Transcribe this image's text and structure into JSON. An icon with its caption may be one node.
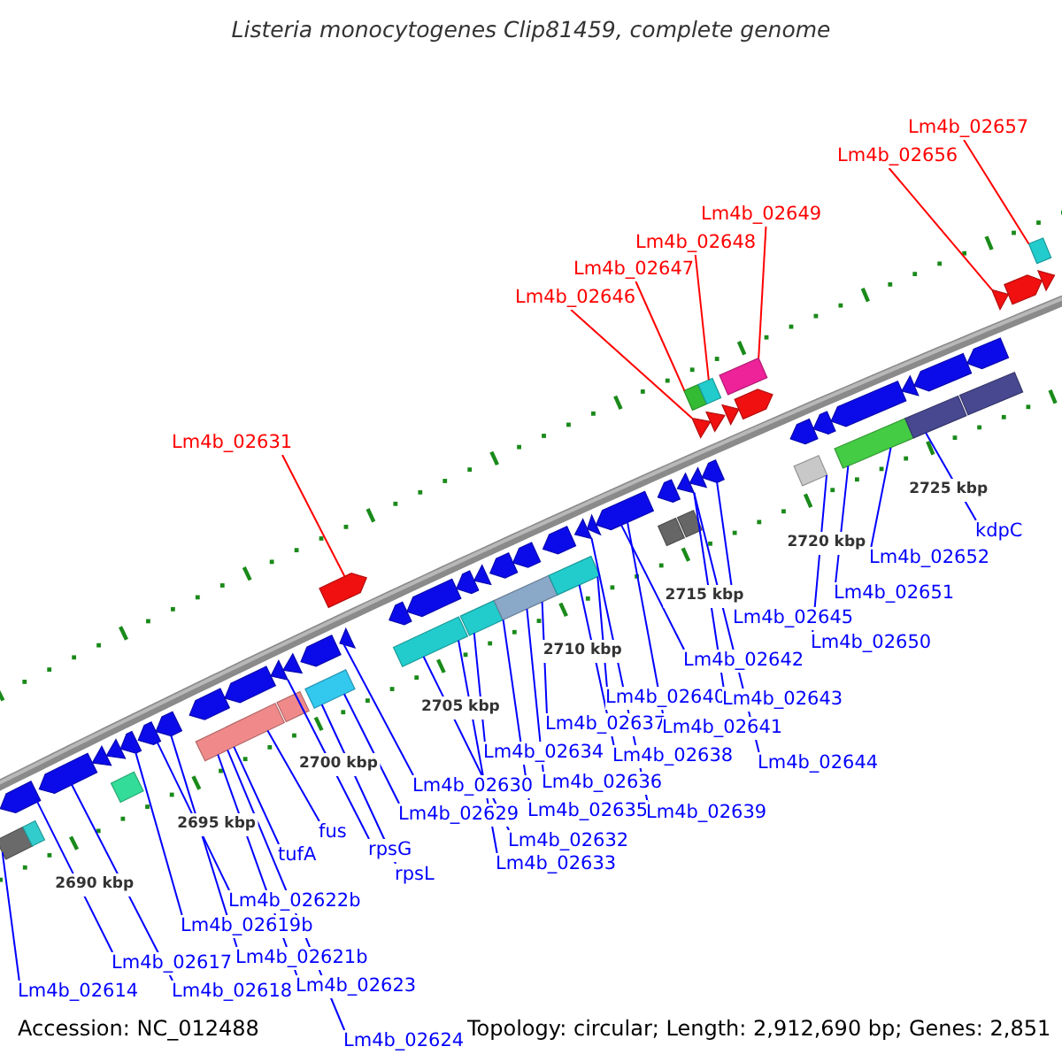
{
  "diagram": {
    "title": "Listeria monocytogenes Clip81459, complete genome",
    "nodes": [
      {
        "text": [
          "Lm4b_02657"
        ]
      },
      {
        "text": [
          "Lm4b_02656"
        ]
      },
      {
        "text": [
          "Lm4b_02649"
        ]
      },
      {
        "text": [
          "Lm4b_02648"
        ]
      },
      {
        "text": [
          "Lm4b_02647"
        ]
      },
      {
        "text": [
          "Lm4b_02646"
        ]
      },
      {
        "text": [
          "Lm4b_02631"
        ]
      },
      {
        "text": [
          "Lm4b_02614"
        ]
      },
      {
        "text": [
          "Lm4b_02617"
        ]
      },
      {
        "text": [
          "Lm4b_02618"
        ]
      },
      {
        "text": [
          "Lm4b_02619b"
        ]
      },
      {
        "text": [
          "Lm4b_02621b"
        ]
      },
      {
        "text": [
          "Lm4b_02622b"
        ]
      },
      {
        "text": [
          "Lm4b_02623"
        ]
      },
      {
        "text": [
          "Lm4b_02624"
        ]
      },
      {
        "text": [
          "tufA"
        ]
      },
      {
        "text": [
          "fus"
        ]
      },
      {
        "text": [
          "rpsG"
        ]
      },
      {
        "text": [
          "rpsL"
        ]
      },
      {
        "text": [
          "Lm4b_02629"
        ]
      },
      {
        "text": [
          "Lm4b_02630"
        ]
      },
      {
        "text": [
          "Lm4b_02632"
        ]
      },
      {
        "text": [
          "Lm4b_02633"
        ]
      },
      {
        "text": [
          "Lm4b_02634"
        ]
      },
      {
        "text": [
          "Lm4b_02635"
        ]
      },
      {
        "text": [
          "Lm4b_02636"
        ]
      },
      {
        "text": [
          "Lm4b_02637"
        ]
      },
      {
        "text": [
          "Lm4b_02638"
        ]
      },
      {
        "text": [
          "Lm4b_02639"
        ]
      },
      {
        "text": [
          "Lm4b_02640"
        ]
      },
      {
        "text": [
          "Lm4b_02641"
        ]
      },
      {
        "text": [
          "Lm4b_02642"
        ]
      },
      {
        "text": [
          "Lm4b_02643"
        ]
      },
      {
        "text": [
          "Lm4b_02644"
        ]
      },
      {
        "text": [
          "Lm4b_02645"
        ]
      },
      {
        "text": [
          "Lm4b_02650"
        ]
      },
      {
        "text": [
          "Lm4b_02651"
        ]
      },
      {
        "text": [
          "Lm4b_02652"
        ]
      },
      {
        "text": [
          "kdpC"
        ]
      },
      {
        "text": [],
        "shape": "arrow"
      },
      {
        "text": [],
        "shape": "arrow"
      },
      {
        "text": [],
        "shape": "arrow"
      },
      {
        "text": [],
        "shape": "arrow"
      },
      {
        "text": [],
        "shape": "arrow"
      },
      {
        "text": [],
        "shape": "arrow"
      },
      {
        "text": [],
        "shape": "arrow"
      },
      {
        "text": [],
        "shape": "arrow"
      },
      {
        "text": [],
        "shape": "arrow"
      },
      {
        "text": [],
        "shape": "arrow"
      },
      {
        "text": [],
        "shape": "arrow"
      },
      {
        "text": [],
        "shape": "arrow"
      },
      {
        "text": [],
        "shape": "arrow"
      },
      {
        "text": [],
        "shape": "arrow"
      },
      {
        "text": [],
        "shape": "arrow"
      },
      {
        "text": [],
        "shape": "arrow"
      },
      {
        "text": [],
        "shape": "arrow"
      },
      {
        "text": [],
        "shape": "arrow"
      },
      {
        "text": [],
        "shape": "arrow"
      },
      {
        "text": [],
        "shape": "arrow"
      },
      {
        "text": [],
        "shape": "arrow"
      },
      {
        "text": [],
        "shape": "arrow"
      },
      {
        "text": [],
        "shape": "arrow"
      },
      {
        "text": [],
        "shape": "arrow"
      },
      {
        "text": [],
        "shape": "arrow"
      },
      {
        "text": [],
        "shape": "arrow"
      },
      {
        "text": [],
        "shape": "arrow"
      },
      {
        "text": [],
        "shape": "arrow"
      },
      {
        "text": [],
        "shape": "arrow"
      },
      {
        "text": [],
        "shape": "arrow"
      },
      {
        "text": [],
        "shape": "arrow"
      },
      {
        "text": [],
        "shape": "arrow"
      },
      {
        "text": [],
        "shape": "arrow"
      },
      {
        "text": [],
        "shape": "box"
      },
      {
        "text": [],
        "shape": "box"
      },
      {
        "text": [],
        "shape": "box"
      },
      {
        "text": [],
        "shape": "box"
      },
      {
        "text": [],
        "shape": "box"
      },
      {
        "text": [],
        "shape": "box"
      },
      {
        "text": [],
        "shape": "box"
      },
      {
        "text": [],
        "shape": "box"
      },
      {
        "text": [],
        "shape": "box"
      },
      {
        "text": [],
        "shape": "box"
      },
      {
        "text": [],
        "shape": "box"
      },
      {
        "text": [],
        "shape": "box"
      },
      {
        "text": [],
        "shape": "box"
      },
      {
        "text": [],
        "shape": "box"
      },
      {
        "text": [],
        "shape": "box"
      },
      {
        "text": [],
        "shape": "box"
      },
      {
        "text": [],
        "shape": "arrow"
      },
      {
        "text": [],
        "shape": "arrow"
      },
      {
        "text": [],
        "shape": "arrow"
      },
      {
        "text": [],
        "shape": "arrow"
      },
      {
        "text": [],
        "shape": "arrow"
      },
      {
        "text": [],
        "shape": "arrow"
      },
      {
        "text": [],
        "shape": "arrow"
      },
      {
        "text": [],
        "shape": "arrow"
      },
      {
        "text": [],
        "shape": "box"
      },
      {
        "text": [],
        "shape": "box"
      },
      {
        "text": [],
        "shape": "box"
      },
      {
        "text": [],
        "shape": "box"
      }
    ],
    "edges": [
      {
        "from": 0,
        "to": 99,
        "arrow": "none",
        "color": "#ff0000"
      },
      {
        "from": 1,
        "to": 93,
        "arrow": "none",
        "color": "#ff0000"
      },
      {
        "from": 2,
        "to": 98,
        "arrow": "none",
        "color": "#ff0000"
      },
      {
        "from": 3,
        "to": 97,
        "arrow": "none",
        "color": "#ff0000"
      },
      {
        "from": 4,
        "to": 96,
        "arrow": "none",
        "color": "#ff0000"
      },
      {
        "from": 5,
        "to": 89,
        "arrow": "none",
        "color": "#ff0000"
      },
      {
        "from": 6,
        "to": 88,
        "arrow": "none",
        "color": "#ff0000"
      },
      {
        "from": 7,
        "to": 72,
        "arrow": "none"
      },
      {
        "from": 8,
        "to": 39,
        "arrow": "none"
      },
      {
        "from": 9,
        "to": 40,
        "arrow": "none"
      },
      {
        "from": 10,
        "to": 43,
        "arrow": "none"
      },
      {
        "from": 11,
        "to": 45,
        "arrow": "none"
      },
      {
        "from": 12,
        "to": 44,
        "arrow": "none"
      },
      {
        "from": 13,
        "to": 75,
        "arrow": "none"
      },
      {
        "from": 14,
        "to": 75,
        "arrow": "none"
      },
      {
        "from": 15,
        "to": 75,
        "arrow": "none"
      },
      {
        "from": 16,
        "to": 75,
        "arrow": "none"
      },
      {
        "from": 17,
        "to": 48,
        "arrow": "none"
      },
      {
        "from": 18,
        "to": 77,
        "arrow": "none"
      },
      {
        "from": 19,
        "to": 77,
        "arrow": "none"
      },
      {
        "from": 20,
        "to": 51,
        "arrow": "none"
      },
      {
        "from": 21,
        "to": 78,
        "arrow": "none"
      },
      {
        "from": 22,
        "to": 78,
        "arrow": "none"
      },
      {
        "from": 23,
        "to": 79,
        "arrow": "none"
      },
      {
        "from": 24,
        "to": 80,
        "arrow": "none"
      },
      {
        "from": 25,
        "to": 80,
        "arrow": "none"
      },
      {
        "from": 26,
        "to": 80,
        "arrow": "none"
      },
      {
        "from": 27,
        "to": 81,
        "arrow": "none"
      },
      {
        "from": 28,
        "to": 59,
        "arrow": "none"
      },
      {
        "from": 29,
        "to": 81,
        "arrow": "none"
      },
      {
        "from": 30,
        "to": 61,
        "arrow": "none"
      },
      {
        "from": 31,
        "to": 61,
        "arrow": "none"
      },
      {
        "from": 32,
        "to": 63,
        "arrow": "none"
      },
      {
        "from": 33,
        "to": 63,
        "arrow": "none"
      },
      {
        "from": 34,
        "to": 65,
        "arrow": "none"
      },
      {
        "from": 35,
        "to": 84,
        "arrow": "none"
      },
      {
        "from": 36,
        "to": 85,
        "arrow": "none"
      },
      {
        "from": 37,
        "to": 85,
        "arrow": "none"
      },
      {
        "from": 38,
        "to": 86,
        "arrow": "none"
      }
    ],
    "labels": [
      "2690 kbp",
      "2695 kbp",
      "2700 kbp",
      "2705 kbp",
      "2710 kbp",
      "2715 kbp",
      "2720 kbp",
      "2725 kbp",
      "Accession: NC_012488",
      "Topology: circular; Length: 2,912,690 bp; Genes: 2,851"
    ]
  }
}
